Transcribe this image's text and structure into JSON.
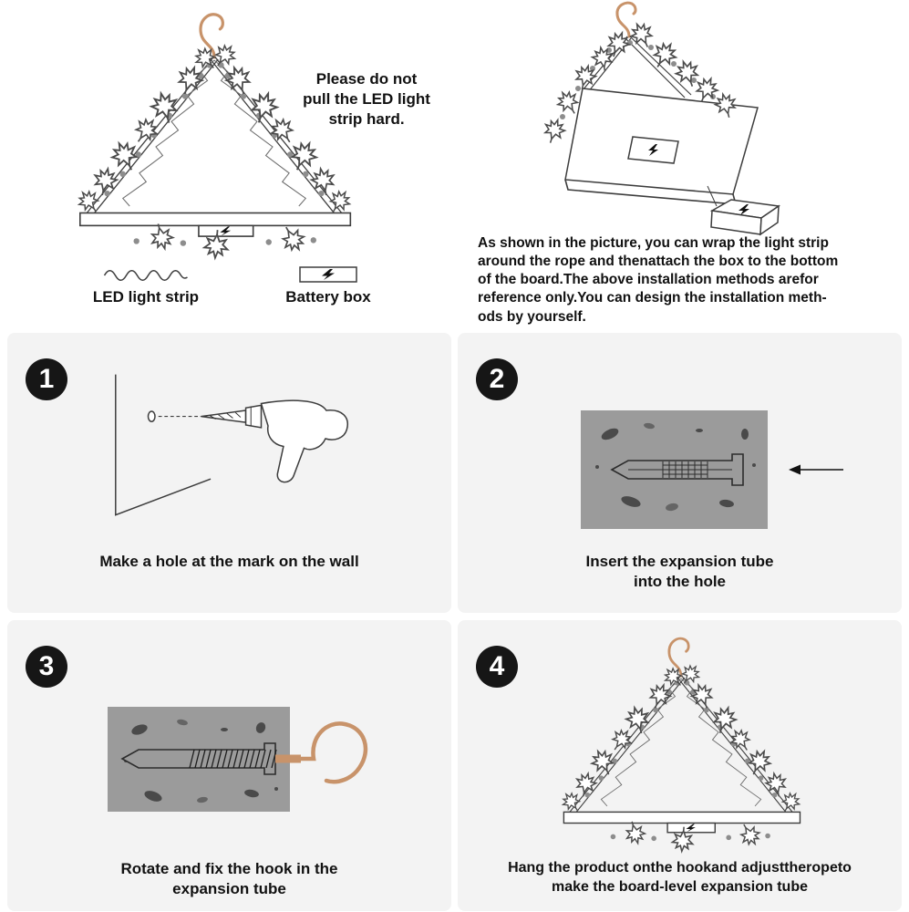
{
  "top": {
    "warning": "Please do not\npull the LED light\nstrip hard.",
    "legend": {
      "led_label": "LED light strip",
      "battery_label": "Battery box"
    },
    "description": "As shown in the picture, you can wrap the light strip\naround the rope and thenattach the box to the bottom\nof the board.The above installation methods arefor\nreference only.You can design the installation meth-\nods by yourself."
  },
  "steps": [
    {
      "number": "1",
      "caption": "Make a hole at the mark on the wall"
    },
    {
      "number": "2",
      "caption": "Insert the expansion tube\ninto the hole"
    },
    {
      "number": "3",
      "caption": "Rotate and fix the hook in the\nexpansion tube"
    },
    {
      "number": "4",
      "caption": "Hang the product onthe hookand adjusttheropeto\nmake the board-level expansion tube"
    }
  ],
  "colors": {
    "hook": "#c8936a",
    "wall_gray": "#9b9b9b",
    "panel_bg": "#f3f3f3",
    "ink": "#111111"
  }
}
